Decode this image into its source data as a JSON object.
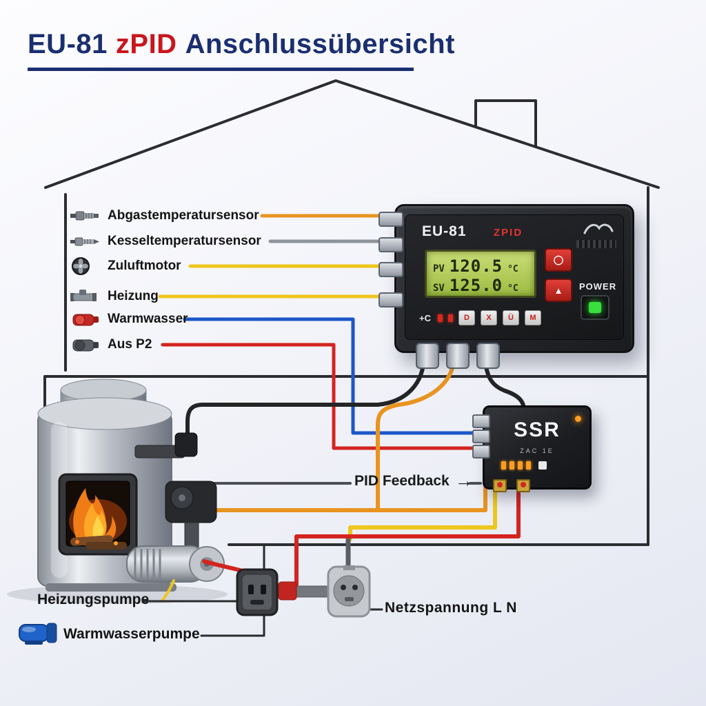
{
  "title": {
    "brand": "EU-81",
    "model": "zPID",
    "rest": "Anschlussübersicht"
  },
  "sensor_labels": [
    {
      "label": "Abgastemperatursensor"
    },
    {
      "label": "Kesseltemperatursensor"
    },
    {
      "label": "Zuluftmotor"
    },
    {
      "label": "Heizung"
    },
    {
      "label": "Warmwasser"
    },
    {
      "label": "Aus P2"
    }
  ],
  "controller": {
    "brand": "EU-81",
    "model": "ZPID",
    "pv_label": "PV",
    "pv_value": "120.5",
    "pv_unit": "°C",
    "sv_label": "SV",
    "sv_value": "125.0",
    "sv_unit": "°C",
    "power_label": "POWER",
    "aux_label": "+C",
    "buttons": [
      {
        "glyph": "◯"
      },
      {
        "glyph": "▲"
      }
    ],
    "keys": [
      {
        "glyph": "D"
      },
      {
        "glyph": "X"
      },
      {
        "glyph": "Ü"
      },
      {
        "glyph": "M"
      }
    ]
  },
  "ssr": {
    "label": "SSR",
    "sub": "ZAC 1E"
  },
  "pid": {
    "label": "PID Feedback",
    "arrow": "→"
  },
  "bottom": {
    "heizungspumpe": "Heizungspumpe",
    "warmwasserpumpe": "Warmwasserpumpe",
    "netzspannung": "Netzspannung L N"
  },
  "colors": {
    "orange": "#e8941f",
    "yellow": "#eec61c",
    "blue": "#1d56c8",
    "red": "#d42420",
    "gray_wire": "#8e939b",
    "black_cable": "#232426",
    "navy": "#1a2f70",
    "brand_red": "#c8161c",
    "lcd_green": "#adc94e",
    "power_green": "#37e03c",
    "ssr_led_orange": "#ff9d1e"
  }
}
